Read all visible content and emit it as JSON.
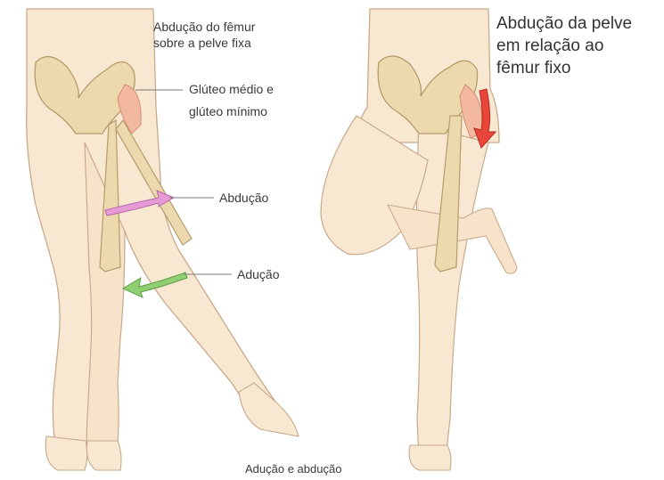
{
  "labels": {
    "femur_abduction": [
      "Abdução do fêmur",
      "sobre a pelve fixa"
    ],
    "gluteus": [
      "Glúteo médio e",
      "glúteo mínimo"
    ],
    "abduction": "Abdução",
    "adduction": "Adução",
    "pelvis_abduction": [
      "Abdução da pelve",
      "em relação ao",
      "fêmur fixo"
    ],
    "caption": "Adução e abdução"
  },
  "colors": {
    "skin": "#f8e8d2",
    "skin_outline": "#c9a98b",
    "bone": "#ecd9ad",
    "bone_outline": "#b59c6a",
    "muscle": "#f2b9a0",
    "abduction_arrow": "#e79ad8",
    "adduction_arrow": "#8fcf72",
    "pelvis_arrow": "#e8463a",
    "leader_line": "#777777"
  }
}
